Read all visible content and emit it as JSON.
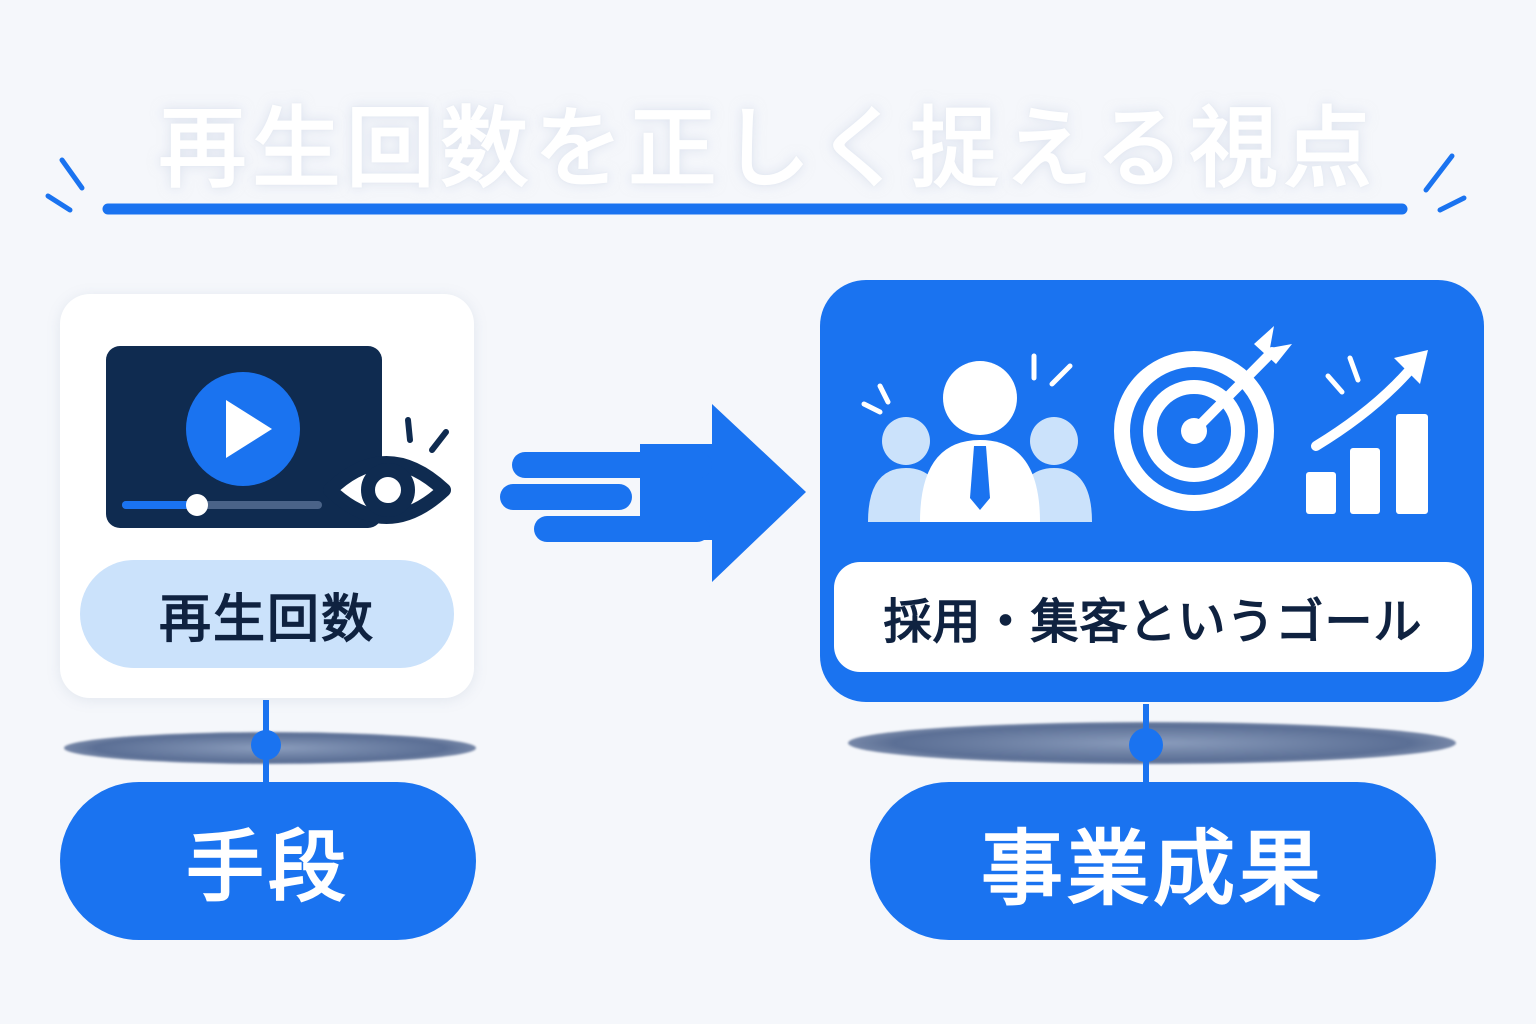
{
  "title": "再生回数を正しく捉える視点",
  "left": {
    "pill_label": "再生回数",
    "bottom_label": "手段",
    "icons": [
      "video-player-icon",
      "play-icon",
      "eye-icon"
    ]
  },
  "right": {
    "pill_label": "採用・集客というゴール",
    "bottom_label": "事業成果",
    "icons": [
      "people-icon",
      "target-icon",
      "growth-chart-icon"
    ]
  },
  "connector_icon": "arrow-right-icon",
  "colors": {
    "accent": "#1a73f0",
    "navy": "#0f2b50",
    "light_blue": "#cbe2fb",
    "text_dark": "#0f2240"
  }
}
